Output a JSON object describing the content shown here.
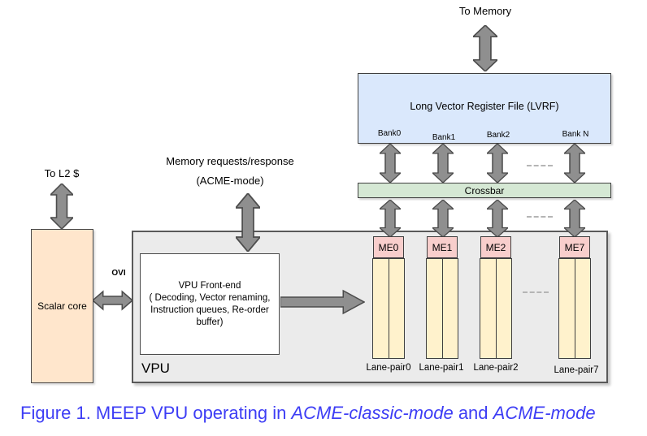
{
  "labels": {
    "to_memory": "To Memory",
    "to_l2": "To L2 $",
    "ovi": "OVI",
    "memory_requests_line1": "Memory requests/response",
    "memory_requests_line2": "(ACME-mode)"
  },
  "lvrf": {
    "title": "Long Vector Register File (LVRF)",
    "banks": [
      "Bank0",
      "Bank1",
      "Bank2",
      "Bank N"
    ]
  },
  "crossbar": {
    "label": "Crossbar"
  },
  "vpu": {
    "label": "VPU",
    "frontend_lines": [
      "VPU Front-end",
      "( Decoding, Vector renaming,",
      "Instruction queues, Re-order",
      "buffer)"
    ],
    "memory_engines": [
      "ME0",
      "ME1",
      "ME2",
      "ME7"
    ],
    "lane_pairs": [
      "Lane-pair0",
      "Lane-pair1",
      "Lane-pair2",
      "Lane-pair7"
    ]
  },
  "scalar_core": {
    "label": "Scalar core"
  },
  "caption": {
    "prefix": "Figure 1. MEEP VPU operating in ",
    "emphasis1": "ACME-classic-mode",
    "connector": " and ",
    "emphasis2": "ACME-mode"
  },
  "colors": {
    "lvrf_fill": "#dae8fc",
    "crossbar_fill": "#d5e8d4",
    "engine_fill": "#f8cecc",
    "lane_fill": "#fff2cc",
    "scalar_fill": "#ffe6cc",
    "vpu_fill": "#ebebeb",
    "arrow_fill": "#8f8f8f",
    "caption_color": "#3d3df5"
  }
}
